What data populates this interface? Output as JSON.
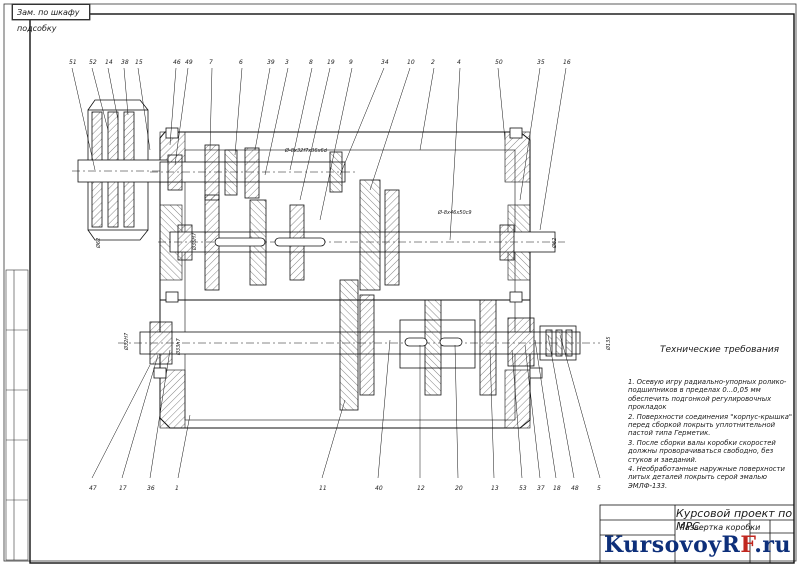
{
  "sheet": {
    "corner_label": "Зам. по шкафу подсобку"
  },
  "callouts_top": [
    "51",
    "52",
    "14",
    "38",
    "15",
    "46",
    "49",
    "7",
    "6",
    "39",
    "3",
    "8",
    "19",
    "9",
    "34",
    "10",
    "2",
    "4",
    "50",
    "35",
    "16"
  ],
  "callouts_bottom": [
    "47",
    "17",
    "36",
    "1",
    "11",
    "40",
    "12",
    "20",
    "13",
    "53",
    "37",
    "18",
    "48",
    "5"
  ],
  "dimensions": {
    "shaft_top_spec": "Ø-8х32f7х36х6d",
    "shaft_mid_spec": "Ø-8х46х50с9",
    "left_dia": "Ø62",
    "right_dia": "Ø62",
    "upper_left_bore": "Ø35Н7",
    "lower_left_bore": "Ø32Н7",
    "lower_spline": "Ø33h7",
    "right_bore": "Ø135"
  },
  "requirements": {
    "title": "Технические требования",
    "items": [
      "1. Осевую игру радиально-упорных ролико-подшипников в пределах 0...0,05 мм обеспечить подгонкой регулировочных прокладок",
      "2. Поверхности соединения \"корпус-крышка\" перед сборкой покрыть уплотнительной пастой типа Герметик.",
      "3. После сборки валы коробки скоростей должны проворачиваться свободно, без стуков и заеданий.",
      "4. Необработанные наружные поверхности литых деталей покрыть серой эмалью ЭМЛФ-133."
    ]
  },
  "title_block": {
    "title": "Курсовой проект по МРС",
    "subtitle": "Развертка коробки"
  },
  "watermark": {
    "main": "KursovoyR",
    "accent": "F",
    "suffix": ".ru"
  }
}
